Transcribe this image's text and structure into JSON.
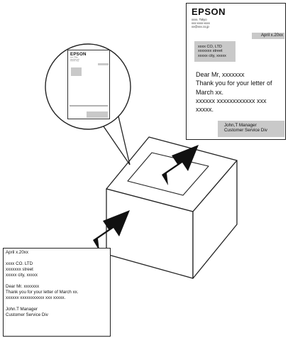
{
  "output_letter": {
    "logo": "EPSON",
    "company_address_lines": [
      "xxxx, Tokyo",
      "xxx-xxxx-xxxx",
      "xx@xxx.co.jp"
    ],
    "date": "April x.20xx",
    "recipient_lines": [
      "xxxx CO, LTD",
      "xxxxxxx street",
      "xxxxx city, xxxxx"
    ],
    "body_lines": [
      "Dear Mr, xxxxxxx",
      "Thank you for your letter of",
      "March xx.",
      "xxxxxx xxxxxxxxxxxx xxx",
      "xxxxx."
    ],
    "signature_lines": [
      "John,T Manager",
      "Customer Service Div"
    ]
  },
  "input_text": {
    "lines": [
      "April x.20xx",
      "",
      "xxxx CO. LTD",
      "xxxxxxx street",
      "xxxxx city, xxxxx",
      "",
      "Dear Mr. xxxxxxx",
      "Thank you for your letter of March xx.",
      "xxxxxx xxxxxxxxxxx xxx xxxxx.",
      "",
      "John.T Manager",
      "Customer Service Div"
    ]
  },
  "magnified_thumbnail": {
    "logo": "EPSON",
    "address_lines": [
      "xxxx, Tokyo",
      "xxx-xxxx-xxxx",
      "xx@xxx.co.jp"
    ]
  },
  "colors": {
    "line": "#222222",
    "highlight_gray": "#c9c9c9",
    "box_fill": "#ffffff",
    "arrow_fill": "#111111"
  }
}
